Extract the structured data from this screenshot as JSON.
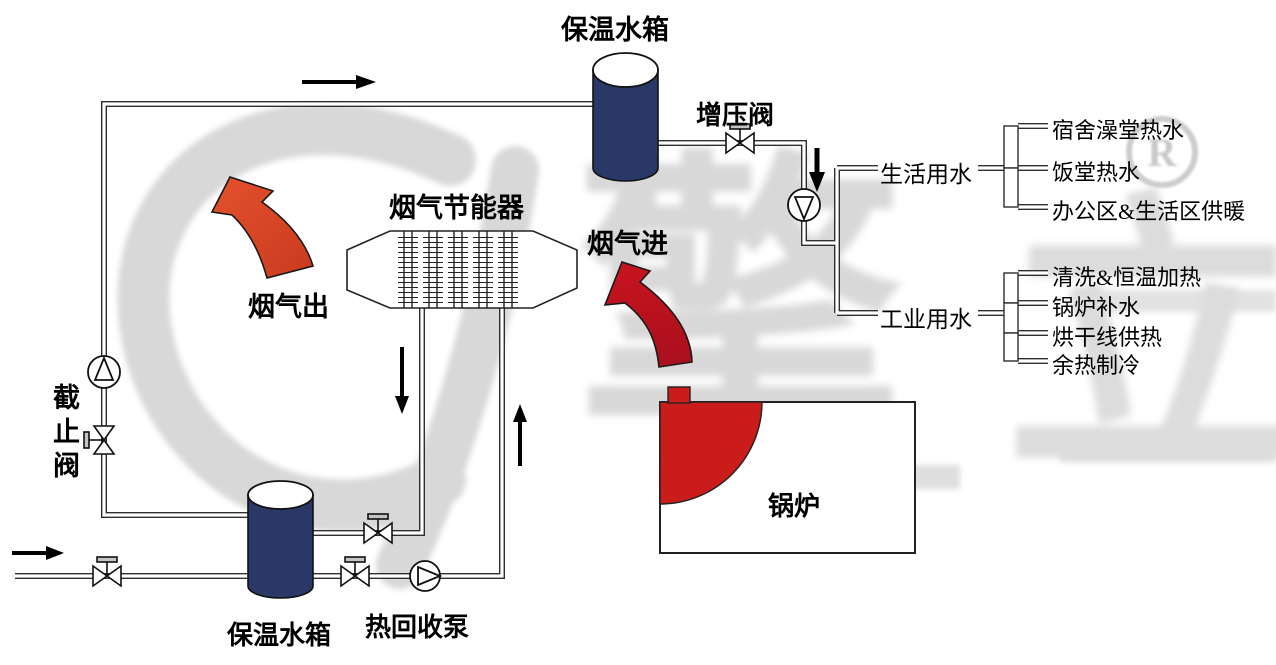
{
  "labels": {
    "tank_top": "保温水箱",
    "booster_valve": "增压阀",
    "economizer": "烟气节能器",
    "flue_out": "烟气出",
    "flue_in": "烟气进",
    "stop_valve": "截止阀",
    "tank_bottom": "保温水箱",
    "recovery_pump": "热回收泵",
    "boiler": "锅炉"
  },
  "water": {
    "domestic": {
      "label": "生活用水",
      "items": [
        "宿舍澡堂热水",
        "饭堂热水",
        "办公区&生活区供暖"
      ]
    },
    "industrial": {
      "label": "工业用水",
      "items": [
        "清洗&恒温加热",
        "锅炉补水",
        "烘干线供热",
        "余热制冷"
      ]
    }
  },
  "watermark": {
    "registered_mark": "R",
    "logo_char_left": "擎",
    "logo_char_right": "立"
  },
  "colors": {
    "tank_navy": "#2a3867",
    "boiler_red": "#cb1c1c",
    "flue_out_orange": "#dc4628",
    "flue_in_red": "#bf121e",
    "pipe_line": "#2e2e2e",
    "watermark_gray": "#d8d8d8"
  }
}
